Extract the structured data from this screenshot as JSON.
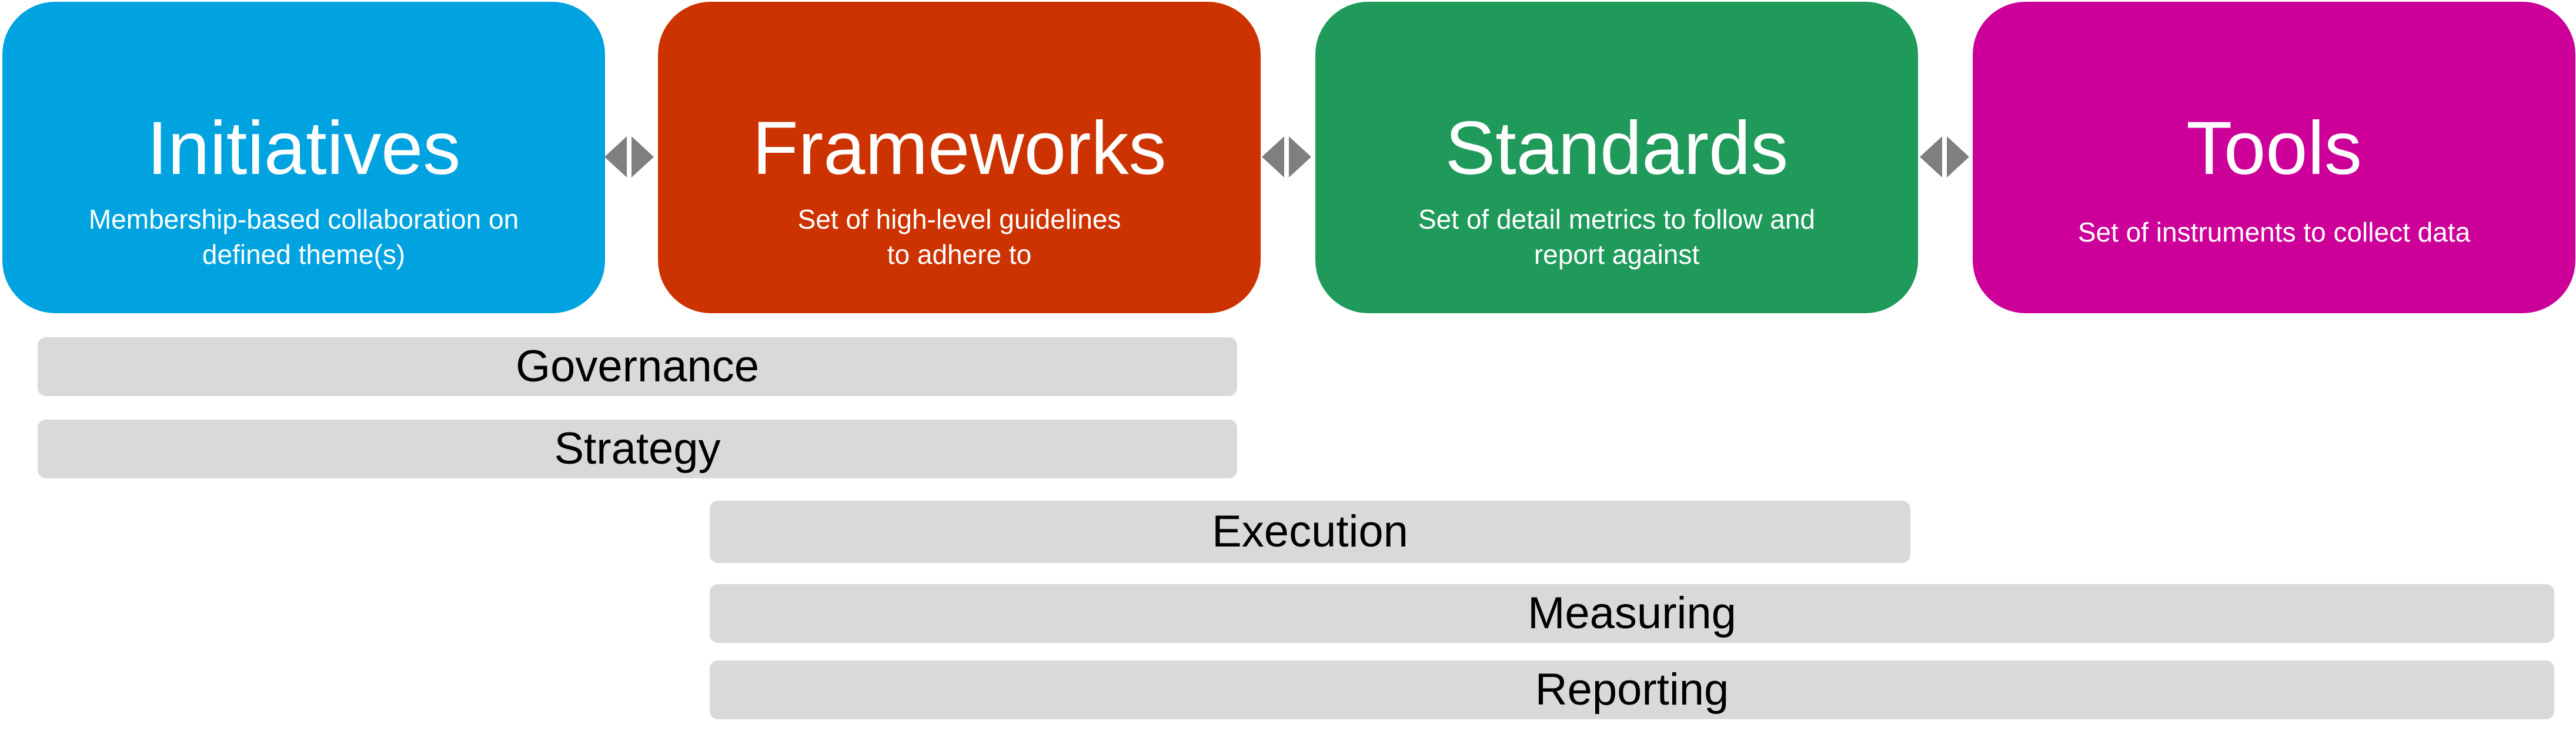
{
  "colors": {
    "initiatives": "#00a3df",
    "frameworks": "#cc3300",
    "standards": "#1f9a5b",
    "tools": "#cc0099",
    "bar": "#d9d9d9",
    "connector": "#7f7f7f"
  },
  "boxes": {
    "initiatives": {
      "title": "Initiatives",
      "desc_line1": "Membership-based collaboration on",
      "desc_line2": "defined theme(s)"
    },
    "frameworks": {
      "title": "Frameworks",
      "desc_line1": "Set of high-level guidelines",
      "desc_line2": "to adhere to"
    },
    "standards": {
      "title": "Standards",
      "desc_line1": "Set of detail metrics to follow and",
      "desc_line2": "report against"
    },
    "tools": {
      "title": "Tools",
      "desc_line1": "Set of instruments to collect data"
    }
  },
  "connector_icon": "bidirectional-arrow-icon",
  "bars": {
    "governance": "Governance",
    "strategy": "Strategy",
    "execution": "Execution",
    "measuring": "Measuring",
    "reporting": "Reporting"
  }
}
